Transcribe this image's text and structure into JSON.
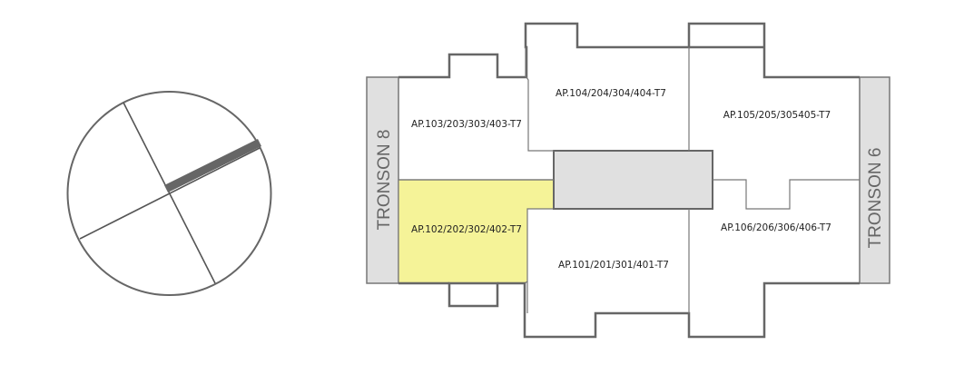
{
  "colors": {
    "selected": "#f5f398",
    "core": "#e0e0e0",
    "wall": "#666666",
    "orientation_bar": "#666666"
  },
  "tronsons": {
    "left": "TRONSON 8",
    "right": "TRONSON 6"
  },
  "units": {
    "u103": "AP.103/203/303/403-T7",
    "u104": "AP.104/204/304/404-T7",
    "u105": "AP.105/205/305405-T7",
    "u102": "AP.102/202/302/402-T7",
    "u101": "AP.101/201/301/401-T7",
    "u106": "AP.106/206/306/406-T7"
  },
  "selected_unit": "AP.102/202/302/402-T7"
}
